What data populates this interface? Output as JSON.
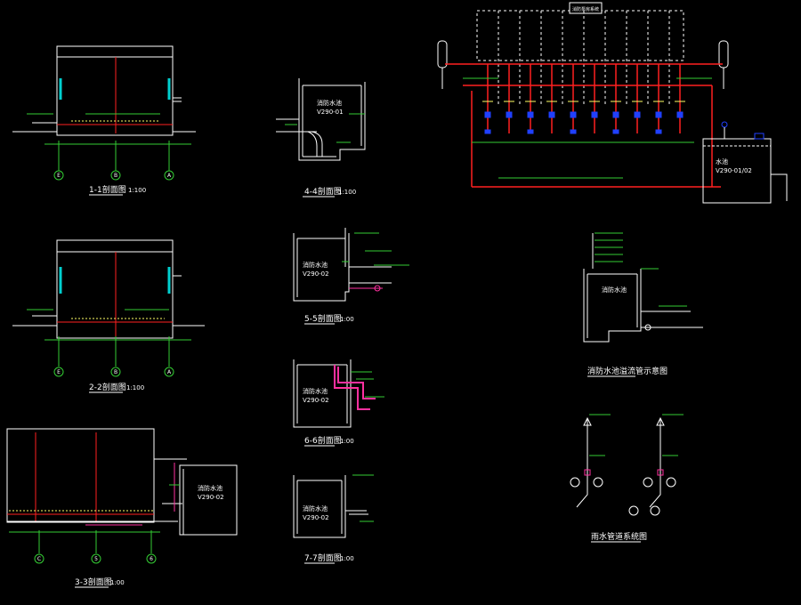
{
  "colors": {
    "background": "#000000",
    "outline": "#ffffff",
    "dimension": "#33cc33",
    "pipe_red": "#ff2020",
    "valve_blue": "#2040ff",
    "wall_cyan": "#00cfcf",
    "pipe_magenta": "#ff30a0",
    "annotation": "#ffffff"
  },
  "sections": {
    "s1": {
      "title": "1-1剖面图",
      "scale": "1:100",
      "axes": [
        "E",
        "B",
        "A"
      ]
    },
    "s2": {
      "title": "2-2剖面图",
      "scale": "1:100",
      "axes": [
        "E",
        "B",
        "A"
      ]
    },
    "s3": {
      "title": "3-3剖面图",
      "scale": "1:00",
      "axes": [
        "C",
        "5",
        "6"
      ],
      "tank_label": "消防水池",
      "tank_code": "V290-02"
    },
    "s4": {
      "title": "4-4剖面图",
      "scale": "1:100",
      "tank_label": "消防水池",
      "tank_code": "V290-01"
    },
    "s5": {
      "title": "5-5剖面图",
      "scale": "1:00",
      "tank_label": "消防水池",
      "tank_code": "V290-02"
    },
    "s6": {
      "title": "6-6剖面图",
      "scale": "1:00",
      "tank_label": "消防水池",
      "tank_code": "V290-02"
    },
    "s7": {
      "title": "7-7剖面图",
      "scale": "1:00",
      "tank_label": "消防水池",
      "tank_code": "V290-02"
    }
  },
  "schematic": {
    "header_box": "消防泵房系统",
    "tank_label": "水池",
    "tank_code": "V290-01/02"
  },
  "detail": {
    "title": "消防水池溢流管示意图",
    "tank_label": "消防水池"
  },
  "rain": {
    "title": "雨水管道系统图"
  }
}
